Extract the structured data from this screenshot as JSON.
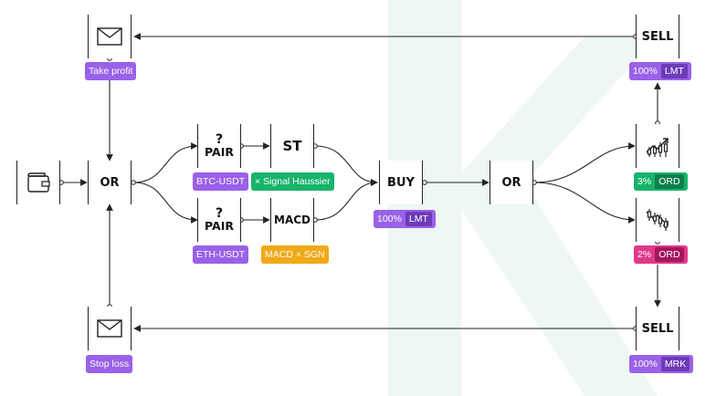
{
  "nodes": {
    "take_profit_email": {
      "icon": "envelope-icon"
    },
    "stop_loss_email": {
      "icon": "envelope-icon"
    },
    "wallet": {
      "icon": "wallet-icon"
    },
    "or_left": {
      "label": "OR"
    },
    "pair_top": {
      "symbol": "?",
      "label": "PAIR"
    },
    "pair_bottom": {
      "symbol": "?",
      "label": "PAIR"
    },
    "st": {
      "label": "ST"
    },
    "macd": {
      "label": "MACD"
    },
    "buy": {
      "label": "BUY"
    },
    "or_right": {
      "label": "OR"
    },
    "trend_up": {
      "icon": "chart-up-icon"
    },
    "trend_down": {
      "icon": "chart-down-icon"
    },
    "sell_top": {
      "label": "SELL"
    },
    "sell_bottom": {
      "label": "SELL"
    }
  },
  "badges": {
    "take_profit": {
      "text": "Take profit"
    },
    "stop_loss": {
      "text": "Stop loss"
    },
    "btc_usdt": {
      "text": "BTC-USDT"
    },
    "eth_usdt": {
      "text": "ETH-USDT"
    },
    "signal_haussier": {
      "text": "× Signal Haussier"
    },
    "macd_sgn": {
      "text": "MACD × SGN"
    },
    "buy_order": {
      "amount": "100%",
      "type": "LMT"
    },
    "trend_up_order": {
      "amount": "3%",
      "type": "ORD"
    },
    "trend_down_order": {
      "amount": "2%",
      "type": "ORD"
    },
    "sell_top_order": {
      "amount": "100%",
      "type": "LMT"
    },
    "sell_bottom_order": {
      "amount": "100%",
      "type": "MRK"
    }
  },
  "colors": {
    "purple": "#9a61e9",
    "green": "#17b36b",
    "orange": "#f0a918",
    "pink": "#e0388b",
    "line": "#222222",
    "watermark": "#eef7f6"
  }
}
